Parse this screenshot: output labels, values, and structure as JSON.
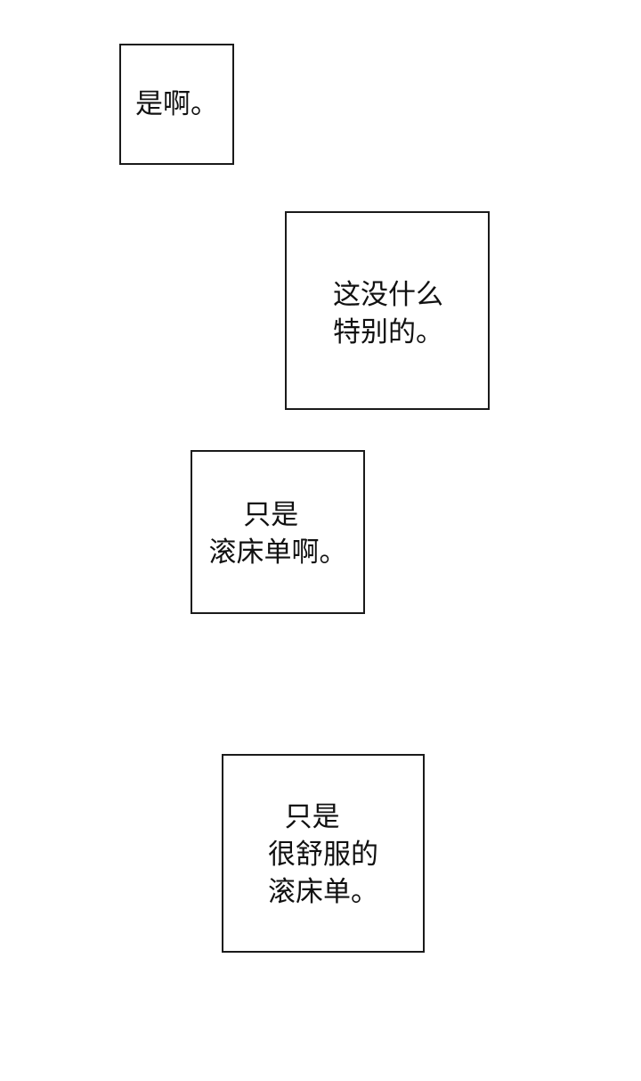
{
  "panels": [
    {
      "lines": [
        "是啊。"
      ]
    },
    {
      "lines": [
        "这没什么",
        "特别的。"
      ]
    },
    {
      "lines": [
        "只是",
        "滚床单啊。"
      ]
    },
    {
      "lines": [
        "只是",
        "很舒服的",
        "滚床单。"
      ]
    }
  ]
}
